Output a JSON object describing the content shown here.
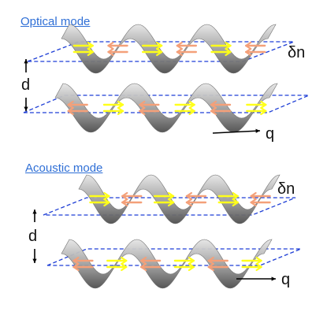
{
  "panels": [
    {
      "id": "optical",
      "title": "Optical mode",
      "delta_n_label": "δn",
      "distance_label": "d",
      "wavevector_label": "q",
      "top_arrow_colors": [
        "yellow",
        "salmon",
        "yellow",
        "salmon",
        "yellow",
        "salmon"
      ],
      "bottom_arrow_colors": [
        "salmon",
        "yellow",
        "salmon",
        "yellow",
        "salmon",
        "yellow"
      ]
    },
    {
      "id": "acoustic",
      "title": "Acoustic mode",
      "delta_n_label": "δn",
      "distance_label": "d",
      "wavevector_label": "q",
      "top_arrow_colors": [
        "yellow",
        "salmon",
        "yellow",
        "salmon",
        "yellow",
        "salmon"
      ],
      "bottom_arrow_colors": [
        "salmon",
        "yellow",
        "salmon",
        "yellow",
        "salmon",
        "yellow"
      ]
    }
  ],
  "colors": {
    "title": "#2f6fd6",
    "plane_dash": "#1f3fd6",
    "ribbon_dark": "#5a5a5a",
    "ribbon_light": "#e2e2e2",
    "arrow_yellow": "#ffff1a",
    "arrow_salmon": "#f4a079",
    "axis": "#000000"
  }
}
